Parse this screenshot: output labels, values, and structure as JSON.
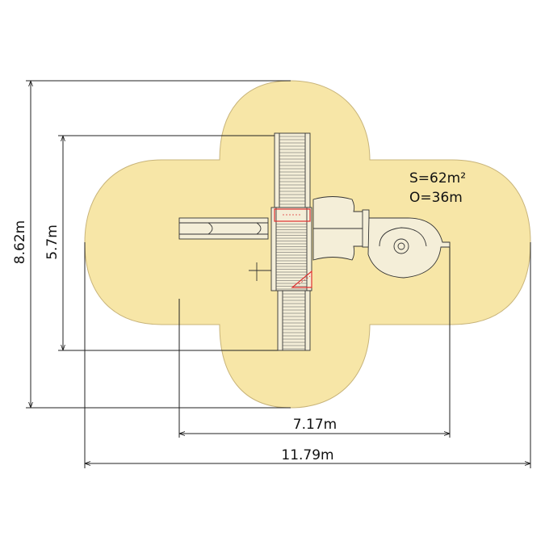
{
  "colors": {
    "zone_fill": "#f7e6a7",
    "zone_stroke": "#c8b47a",
    "line": "#222222",
    "highlight": "#e03030"
  },
  "area": {
    "surface": "S=62m²",
    "fall_zone": "O=36m"
  },
  "dimensions": {
    "height_outer": "8.62m",
    "height_inner": "5.7m",
    "width_inner": "7.17m",
    "width_outer": "11.79m"
  }
}
